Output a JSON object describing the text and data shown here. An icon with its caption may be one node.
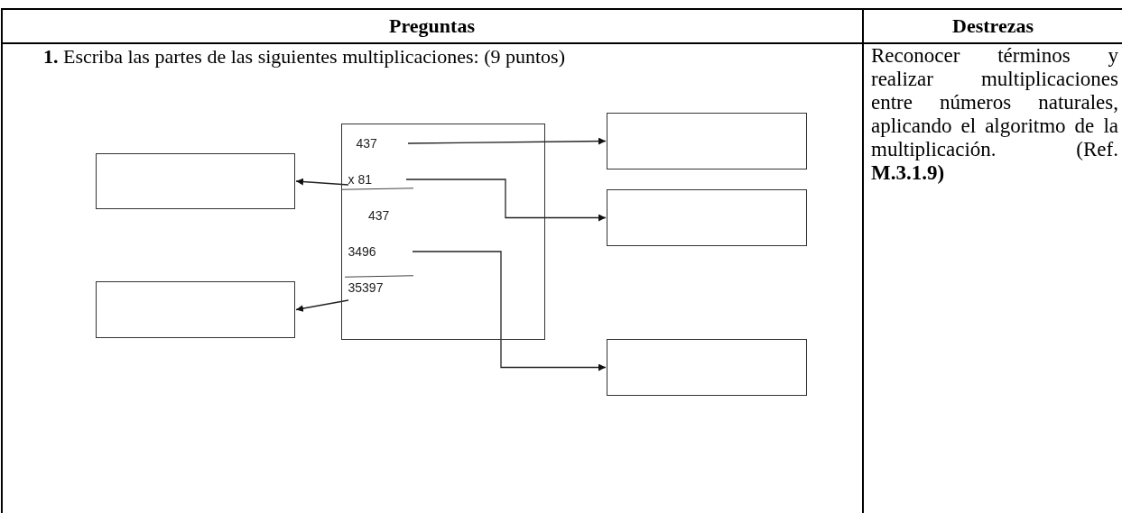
{
  "diagram": {
    "nodes": [
      {
        "text": [],
        "shape": "box"
      },
      {
        "text": [],
        "shape": "box"
      },
      {
        "text": [
          "437"
        ],
        "in": 1
      },
      {
        "text": [
          "x 81"
        ],
        "in": 1
      },
      {
        "text": [
          "3496"
        ],
        "in": 1
      },
      {
        "text": [
          "35397"
        ],
        "in": 1
      },
      {
        "text": [],
        "shape": "box"
      },
      {
        "text": [],
        "shape": "box"
      },
      {
        "text": [],
        "shape": "box"
      },
      {
        "text": [],
        "shape": "box"
      }
    ],
    "edges": [
      {
        "from": 2,
        "to": 0,
        "arrow": "to"
      },
      {
        "from": 3,
        "to": 6,
        "arrow": "to"
      },
      {
        "from": 3,
        "to": 7,
        "arrow": "to"
      },
      {
        "from": 4,
        "to": 9,
        "arrow": "to"
      },
      {
        "from": 5,
        "to": 8,
        "arrow": "to"
      }
    ],
    "labels": [
      "Preguntas",
      "Destrezas",
      "**1.** Escriba las partes de las siguientes multiplicaciones: (9 puntos)",
      "437",
      "Reconocer términos y realizar multiplicaciones entre números naturales, aplicando el algoritmo de la multiplicación. (Ref. **M.3.1.9)**"
    ]
  }
}
